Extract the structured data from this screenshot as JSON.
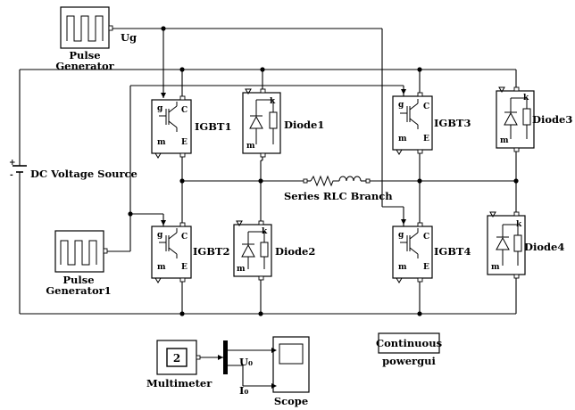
{
  "blocks": {
    "pulse_generator": {
      "line1": "Pulse",
      "line2": "Generator"
    },
    "pulse_generator1": {
      "line1": "Pulse",
      "line2": "Generator1"
    },
    "signal_label": "Ug",
    "dc_source": {
      "label": "DC Voltage Source",
      "plus": "+",
      "minus": "-"
    },
    "igbt1": "IGBT1",
    "igbt2": "IGBT2",
    "igbt3": "IGBT3",
    "igbt4": "IGBT4",
    "diode1": "Diode1",
    "diode2": "Diode2",
    "diode3": "Diode3",
    "diode4": "Diode4",
    "igbt_pins": {
      "gate": "g",
      "collector": "C",
      "emitter": "E",
      "measure": "m"
    },
    "diode_pins": {
      "cathode": "k",
      "measure": "m"
    },
    "rlc": "Series RLC Branch",
    "multimeter": {
      "label": "Multimeter",
      "display": "2"
    },
    "scope": "Scope",
    "u0": "U₀",
    "i0": "I₀",
    "powergui": {
      "box": "Continuous",
      "label": "powergui"
    }
  }
}
